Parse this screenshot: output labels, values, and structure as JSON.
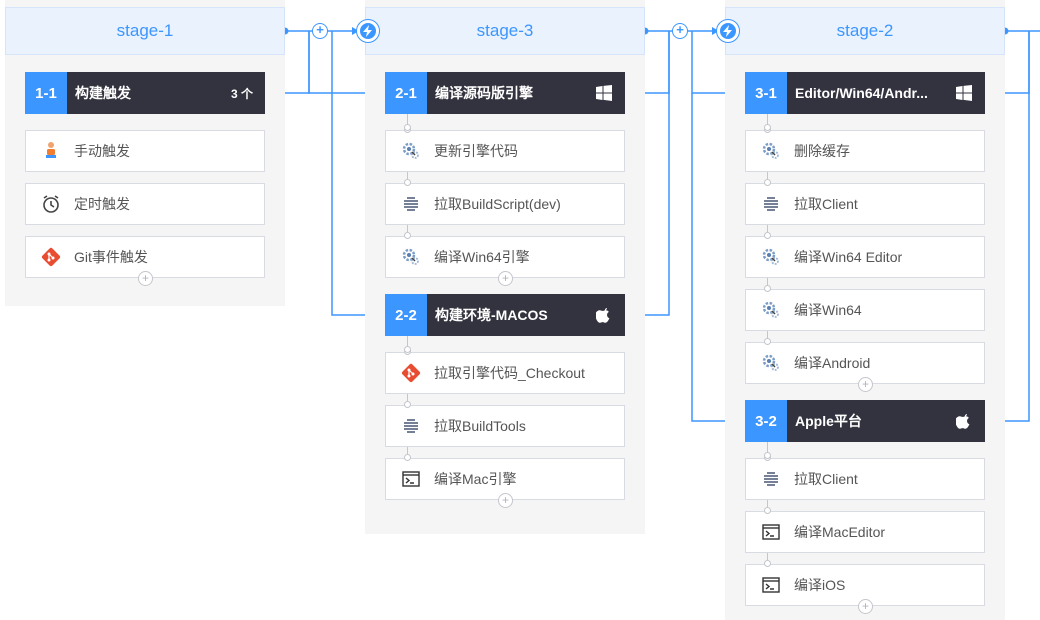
{
  "accent_color": "#3c96ff",
  "stages": [
    {
      "title": "stage-1",
      "jobs": [
        {
          "num": "1-1",
          "name": "构建触发",
          "extra": "3 个",
          "tasks": [
            {
              "label": "手动触发",
              "icon": "manual-trigger-icon"
            },
            {
              "label": "定时触发",
              "icon": "clock-icon"
            },
            {
              "label": "Git事件触发",
              "icon": "git-icon"
            }
          ]
        }
      ]
    },
    {
      "title": "stage-3",
      "jobs": [
        {
          "num": "2-1",
          "name": "编译源码版引擎",
          "os": "windows-icon",
          "tasks": [
            {
              "label": "更新引擎代码",
              "icon": "compile-gear-icon"
            },
            {
              "label": "拉取BuildScript(dev)",
              "icon": "pull-lines-icon"
            },
            {
              "label": "编译Win64引擎",
              "icon": "compile-gear-icon"
            }
          ]
        },
        {
          "num": "2-2",
          "name": "构建环境-MACOS",
          "os": "apple-icon",
          "tasks": [
            {
              "label": "拉取引擎代码_Checkout",
              "icon": "git-icon"
            },
            {
              "label": "拉取BuildTools",
              "icon": "pull-lines-icon"
            },
            {
              "label": "编译Mac引擎",
              "icon": "terminal-icon"
            }
          ]
        }
      ]
    },
    {
      "title": "stage-2",
      "jobs": [
        {
          "num": "3-1",
          "name": "Editor/Win64/Andr...",
          "os": "windows-icon",
          "tasks": [
            {
              "label": "删除缓存",
              "icon": "compile-gear-icon"
            },
            {
              "label": "拉取Client",
              "icon": "pull-lines-icon"
            },
            {
              "label": "编译Win64 Editor",
              "icon": "compile-gear-icon"
            },
            {
              "label": "编译Win64",
              "icon": "compile-gear-icon"
            },
            {
              "label": "编译Android",
              "icon": "compile-gear-icon"
            }
          ]
        },
        {
          "num": "3-2",
          "name": "Apple平台",
          "os": "apple-icon",
          "tasks": [
            {
              "label": "拉取Client",
              "icon": "pull-lines-icon"
            },
            {
              "label": "编译MacEditor",
              "icon": "terminal-icon"
            },
            {
              "label": "编译iOS",
              "icon": "terminal-icon"
            }
          ]
        }
      ]
    }
  ]
}
